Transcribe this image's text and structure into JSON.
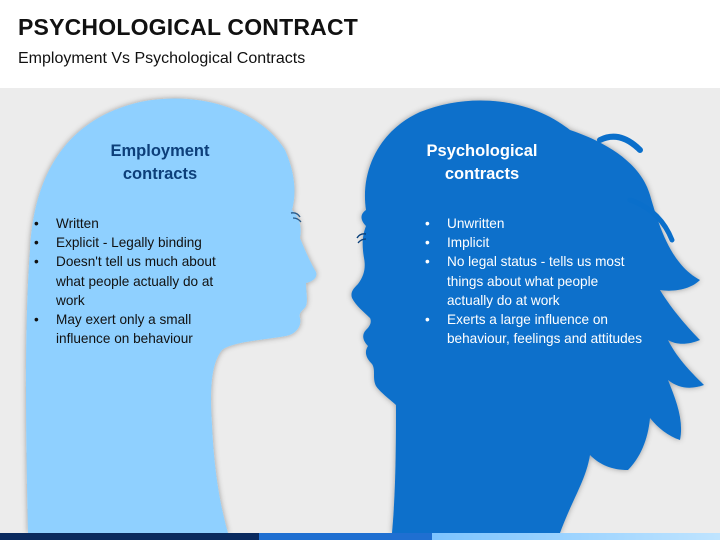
{
  "title": "PSYCHOLOGICAL CONTRACT",
  "subtitle": "Employment Vs Psychological Contracts",
  "colors": {
    "panel": "#ececec",
    "left_head": "#8fd0ff",
    "right_head": "#0a6fcb",
    "left_heading_text": "#0d3f7a",
    "right_heading_text": "#ffffff"
  },
  "employment": {
    "heading": "Employment contracts",
    "points": [
      "Written",
      "Explicit - Legally binding",
      "Doesn't tell us much about what people actually do at work",
      "May exert only a small influence on behaviour"
    ]
  },
  "psychological": {
    "heading": "Psychological contracts",
    "points": [
      "Unwritten",
      "Implicit",
      "No legal status - tells us most things about what people actually do at work",
      "Exerts a large influence on behaviour, feelings and attitudes"
    ]
  }
}
